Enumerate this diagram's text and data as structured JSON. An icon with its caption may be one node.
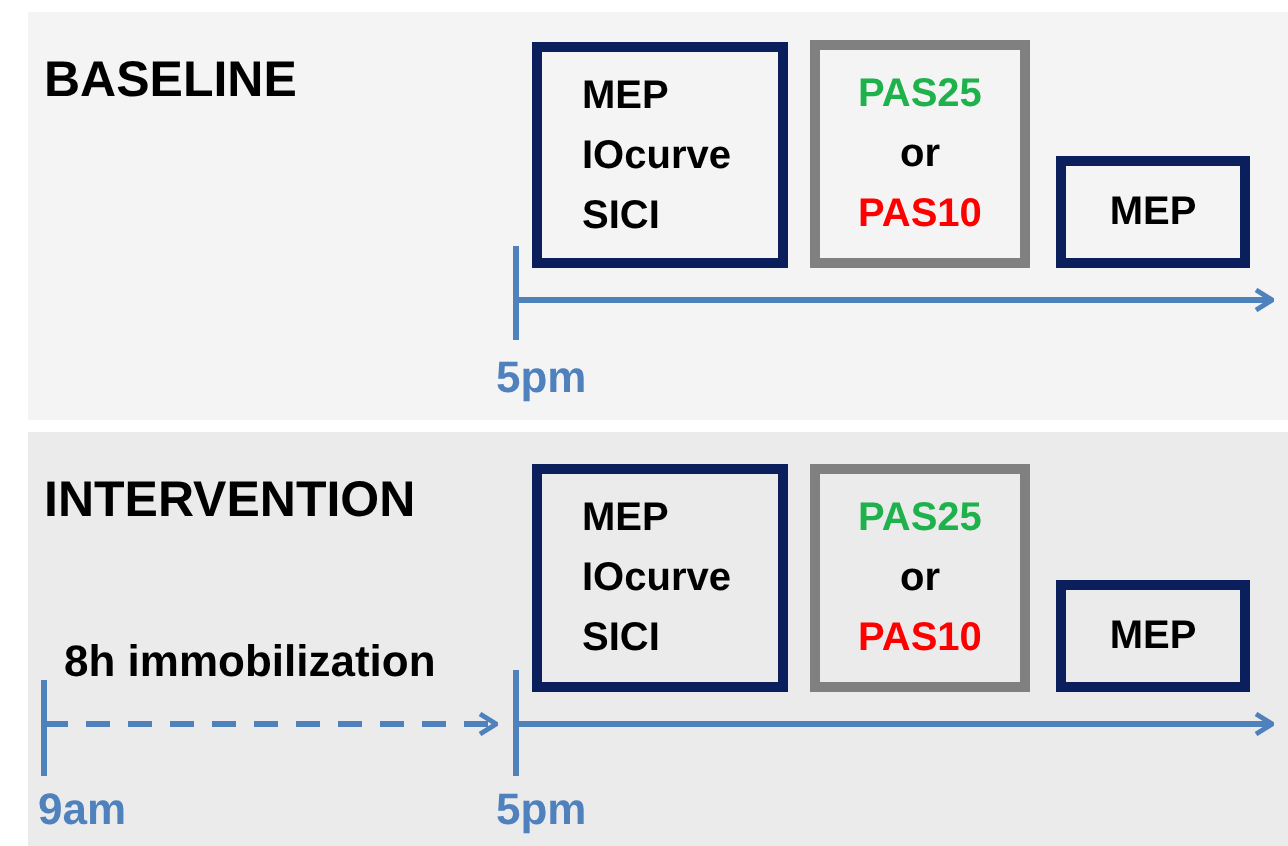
{
  "diagram": {
    "nodes": [
      {
        "text": [
          "BASELINE"
        ]
      },
      {
        "text": [
          "MEP",
          "IOcurve",
          "SICI"
        ],
        "in": 0
      },
      {
        "text": [
          "PAS25",
          "or",
          "PAS10"
        ],
        "in": 0
      },
      {
        "text": [
          "MEP"
        ],
        "in": 0
      },
      {
        "text": [
          "INTERVENTION"
        ]
      },
      {
        "text": [
          "MEP",
          "IOcurve",
          "SICI"
        ],
        "in": 4
      },
      {
        "text": [
          "PAS25",
          "or",
          "PAS10"
        ],
        "in": 4
      },
      {
        "text": [
          "MEP"
        ],
        "in": 4
      }
    ],
    "labels": [
      "5pm",
      "8h immobilization",
      "9am",
      "5pm"
    ]
  }
}
